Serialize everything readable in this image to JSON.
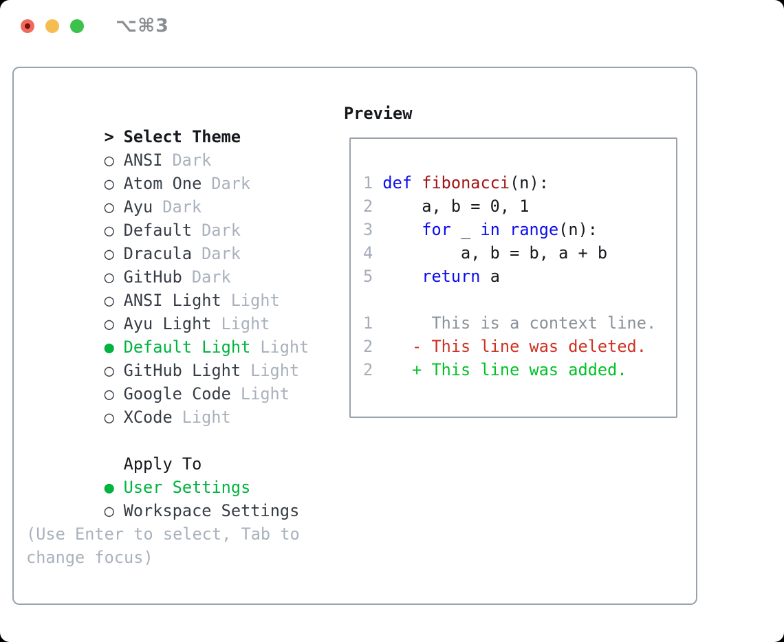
{
  "window": {
    "title": "⌥⌘3",
    "traffic_lights": {
      "close": "close",
      "minimize": "minimize",
      "zoom": "zoom"
    }
  },
  "theme_picker": {
    "header": {
      "marker": ">",
      "label": "Select Theme"
    },
    "items": [
      {
        "marker": "○",
        "label": "ANSI",
        "tag": "Dark",
        "selected": false
      },
      {
        "marker": "○",
        "label": "Atom One",
        "tag": "Dark",
        "selected": false
      },
      {
        "marker": "○",
        "label": "Ayu",
        "tag": "Dark",
        "selected": false
      },
      {
        "marker": "○",
        "label": "Default",
        "tag": "Dark",
        "selected": false
      },
      {
        "marker": "○",
        "label": "Dracula",
        "tag": "Dark",
        "selected": false
      },
      {
        "marker": "○",
        "label": "GitHub",
        "tag": "Dark",
        "selected": false
      },
      {
        "marker": "○",
        "label": "ANSI Light",
        "tag": "Light",
        "selected": false
      },
      {
        "marker": "○",
        "label": "Ayu Light",
        "tag": "Light",
        "selected": false
      },
      {
        "marker": "●",
        "label": "Default Light",
        "tag": "Light",
        "selected": true
      },
      {
        "marker": "○",
        "label": "GitHub Light",
        "tag": "Light",
        "selected": false
      },
      {
        "marker": "○",
        "label": "Google Code",
        "tag": "Light",
        "selected": false
      },
      {
        "marker": "○",
        "label": "XCode",
        "tag": "Light",
        "selected": false
      }
    ],
    "apply_to": {
      "header": "Apply To",
      "options": [
        {
          "marker": "●",
          "label": "User Settings",
          "selected": true
        },
        {
          "marker": "○",
          "label": "Workspace Settings",
          "selected": false
        }
      ]
    },
    "help": [
      "(Use Enter to select, Tab to",
      "change focus)"
    ]
  },
  "preview": {
    "title": "Preview",
    "lines": [
      [
        {
          "t": "1 ",
          "c": "num"
        },
        {
          "t": "def ",
          "c": "kw"
        },
        {
          "t": "fibonacci",
          "c": "fn"
        },
        {
          "t": "(n):",
          "c": "code"
        }
      ],
      [
        {
          "t": "2 ",
          "c": "num"
        },
        {
          "t": "    a, b = 0, 1",
          "c": "code"
        }
      ],
      [
        {
          "t": "3 ",
          "c": "num"
        },
        {
          "t": "    ",
          "c": "code"
        },
        {
          "t": "for",
          "c": "kw"
        },
        {
          "t": " _ ",
          "c": "code"
        },
        {
          "t": "in",
          "c": "kw"
        },
        {
          "t": " ",
          "c": "code"
        },
        {
          "t": "range",
          "c": "kw"
        },
        {
          "t": "(n):",
          "c": "code"
        }
      ],
      [
        {
          "t": "4 ",
          "c": "num"
        },
        {
          "t": "        a, b = b, a + b",
          "c": "code"
        }
      ],
      [
        {
          "t": "5 ",
          "c": "num"
        },
        {
          "t": "    ",
          "c": "code"
        },
        {
          "t": "return",
          "c": "kw"
        },
        {
          "t": " a",
          "c": "code"
        }
      ],
      [],
      [
        {
          "t": "1",
          "c": "num"
        },
        {
          "t": "      This is a context line.",
          "c": "ctx"
        }
      ],
      [
        {
          "t": "2",
          "c": "num"
        },
        {
          "t": "    - This line was deleted.",
          "c": "del"
        }
      ],
      [
        {
          "t": "2",
          "c": "num"
        },
        {
          "t": "    + This line was added.",
          "c": "add"
        }
      ]
    ]
  },
  "colors": {
    "border": "#9aa2ae",
    "heading": "#14171c",
    "text": "#363c45",
    "tag": "#a9b1bd",
    "green": "#00b33f",
    "title": "#8a8d91",
    "num": "#a4adb9",
    "kw": "#0b0cee",
    "fn": "#a31515",
    "code": "#16191e",
    "ctx": "#8a9199",
    "del": "#cd3122",
    "add": "#00c226",
    "traffic_red": "#ee6a5e",
    "traffic_red_dot": "#7c100c",
    "traffic_yellow": "#f5bd4f",
    "traffic_green": "#3ac24a"
  }
}
